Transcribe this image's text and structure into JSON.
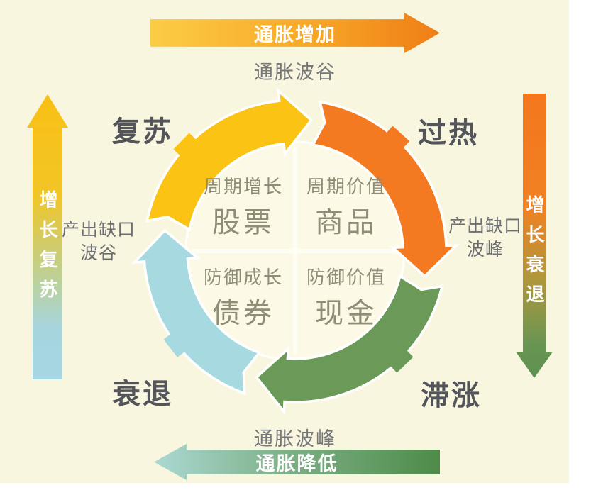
{
  "palette": {
    "canvas_bg": "#F9F6DF",
    "outer_margin": "#FFFFFF",
    "inner_circle": "#FCF9E6",
    "divider": "#FFFEF4",
    "phase_label_text": "#54555A",
    "tick_text": "#76777B",
    "quadrant_text": "#8F8E75",
    "arrow_text": "#FFFFFF",
    "top_arrow_gradient": [
      "#FCCC45",
      "#EF7D16"
    ],
    "bottom_arrow_gradient": [
      "#ABD9D3",
      "#4E8B48"
    ],
    "left_arrow_gradient": [
      "#F9C013",
      "#A5D6E3"
    ],
    "right_arrow_gradient": [
      "#F4771C",
      "#5C9150"
    ]
  },
  "axes": {
    "top": {
      "arrow_label": "通胀增加",
      "tick_label": "通胀波谷"
    },
    "bottom": {
      "arrow_label": "通胀降低",
      "tick_label": "通胀波峰"
    },
    "left": {
      "arrow_label": "增长复苏",
      "tick_line1": "产出缺口",
      "tick_line2": "波谷"
    },
    "right": {
      "arrow_label": "增长衰退",
      "tick_line1": "产出缺口",
      "tick_line2": "波峰"
    }
  },
  "phases": [
    {
      "label": "复苏",
      "position": "top-left",
      "ring_color": "#FBC314",
      "strategy": "周期增长",
      "asset": "股票"
    },
    {
      "label": "过热",
      "position": "top-right",
      "ring_color": "#F47A21",
      "strategy": "周期价值",
      "asset": "商品"
    },
    {
      "label": "滞涨",
      "position": "bottom-right",
      "ring_color": "#6B9A58",
      "strategy": "防御价值",
      "asset": "现金"
    },
    {
      "label": "衰退",
      "position": "bottom-left",
      "ring_color": "#A6D9E0",
      "strategy": "防御成长",
      "asset": "债券"
    }
  ]
}
